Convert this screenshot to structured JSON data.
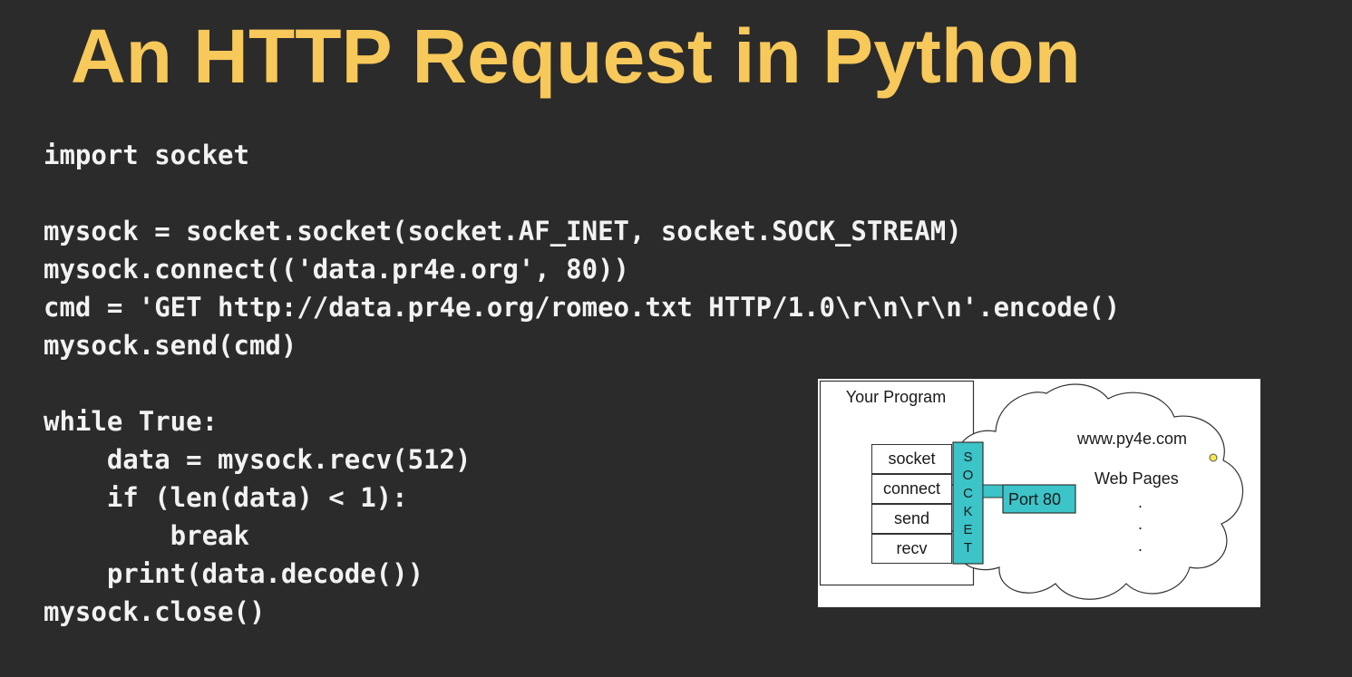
{
  "slide": {
    "title": "An HTTP Request in Python",
    "code_lines": [
      "import socket",
      "",
      "mysock = socket.socket(socket.AF_INET, socket.SOCK_STREAM)",
      "mysock.connect(('data.pr4e.org', 80))",
      "cmd = 'GET http://data.pr4e.org/romeo.txt HTTP/1.0\\r\\n\\r\\n'.encode()",
      "mysock.send(cmd)",
      "",
      "while True:",
      "    data = mysock.recv(512)",
      "    if (len(data) < 1):",
      "        break",
      "    print(data.decode())",
      "mysock.close()"
    ]
  },
  "diagram": {
    "program_title": "Your Program",
    "functions": [
      "socket",
      "connect",
      "send",
      "recv"
    ],
    "socket_letters": [
      "S",
      "O",
      "C",
      "K",
      "E",
      "T"
    ],
    "port_label": "Port 80",
    "host": "www.py4e.com",
    "pages_label": "Web Pages",
    "dot": ".",
    "colors": {
      "title": "#f7c85a",
      "socket_fill": "#3cc4c8",
      "indicator_dot": "#f5e84a"
    }
  }
}
